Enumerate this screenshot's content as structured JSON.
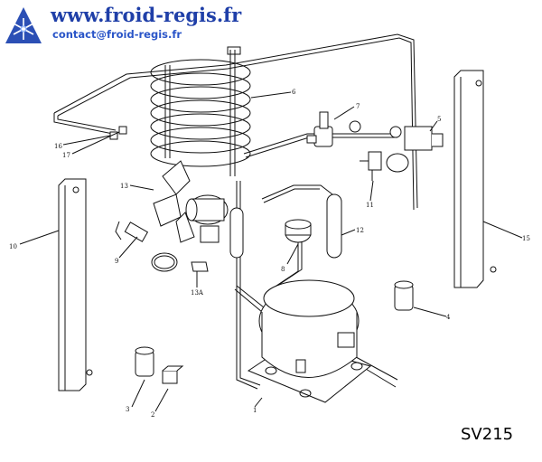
{
  "header": {
    "site_url": "www.froid-regis.fr",
    "contact": "contact@froid-regis.fr",
    "logo_icon": "snowflake-logo-icon"
  },
  "model": "SV215",
  "colors": {
    "brand_blue": "#1f3fa8",
    "link_blue": "#2a55c8",
    "line": "#111111"
  },
  "parts": [
    {
      "num": "1"
    },
    {
      "num": "2"
    },
    {
      "num": "3"
    },
    {
      "num": "4"
    },
    {
      "num": "5"
    },
    {
      "num": "6"
    },
    {
      "num": "7"
    },
    {
      "num": "8"
    },
    {
      "num": "9"
    },
    {
      "num": "10"
    },
    {
      "num": "11"
    },
    {
      "num": "12"
    },
    {
      "num": "13"
    },
    {
      "num": "13A"
    },
    {
      "num": "15"
    },
    {
      "num": "16"
    },
    {
      "num": "17"
    }
  ]
}
